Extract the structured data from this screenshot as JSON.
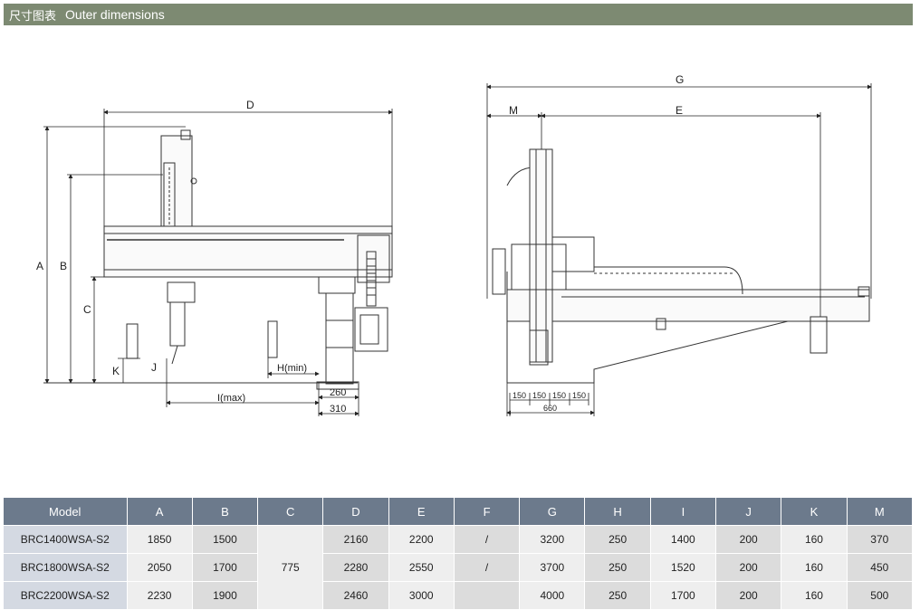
{
  "header": {
    "title_cn": "尺寸图表",
    "title_en": "Outer dimensions"
  },
  "drawing": {
    "left_labels": {
      "A": "A",
      "B": "B",
      "C": "C",
      "D": "D",
      "H": "H(min)",
      "I": "I(max)",
      "J": "J",
      "K": "K",
      "d260": "260",
      "d310": "310"
    },
    "right_labels": {
      "G": "G",
      "M": "M",
      "E": "E",
      "s1": "150",
      "s2": "150",
      "s3": "150",
      "s4": "150",
      "d660": "660"
    }
  },
  "table": {
    "headers": [
      "Model",
      "A",
      "B",
      "C",
      "D",
      "E",
      "F",
      "G",
      "H",
      "I",
      "J",
      "K",
      "M"
    ],
    "c_value": "775",
    "rows": [
      {
        "model": "BRC1400WSA-S2",
        "A": "1850",
        "B": "1500",
        "D": "2160",
        "E": "2200",
        "F": "/",
        "G": "3200",
        "H": "250",
        "I": "1400",
        "J": "200",
        "K": "160",
        "M": "370"
      },
      {
        "model": "BRC1800WSA-S2",
        "A": "2050",
        "B": "1700",
        "D": "2280",
        "E": "2550",
        "F": "/",
        "G": "3700",
        "H": "250",
        "I": "1520",
        "J": "200",
        "K": "160",
        "M": "450"
      },
      {
        "model": "BRC2200WSA-S2",
        "A": "2230",
        "B": "1900",
        "D": "2460",
        "E": "3000",
        "F": "",
        "G": "4000",
        "H": "250",
        "I": "1700",
        "J": "200",
        "K": "160",
        "M": "500"
      }
    ]
  },
  "colors": {
    "header_bar": "#7d8a72",
    "table_header": "#6c7a8c",
    "model_cell": "#d4d9e2",
    "odd_cell": "#eeeeee",
    "even_cell": "#dcdcdc"
  }
}
